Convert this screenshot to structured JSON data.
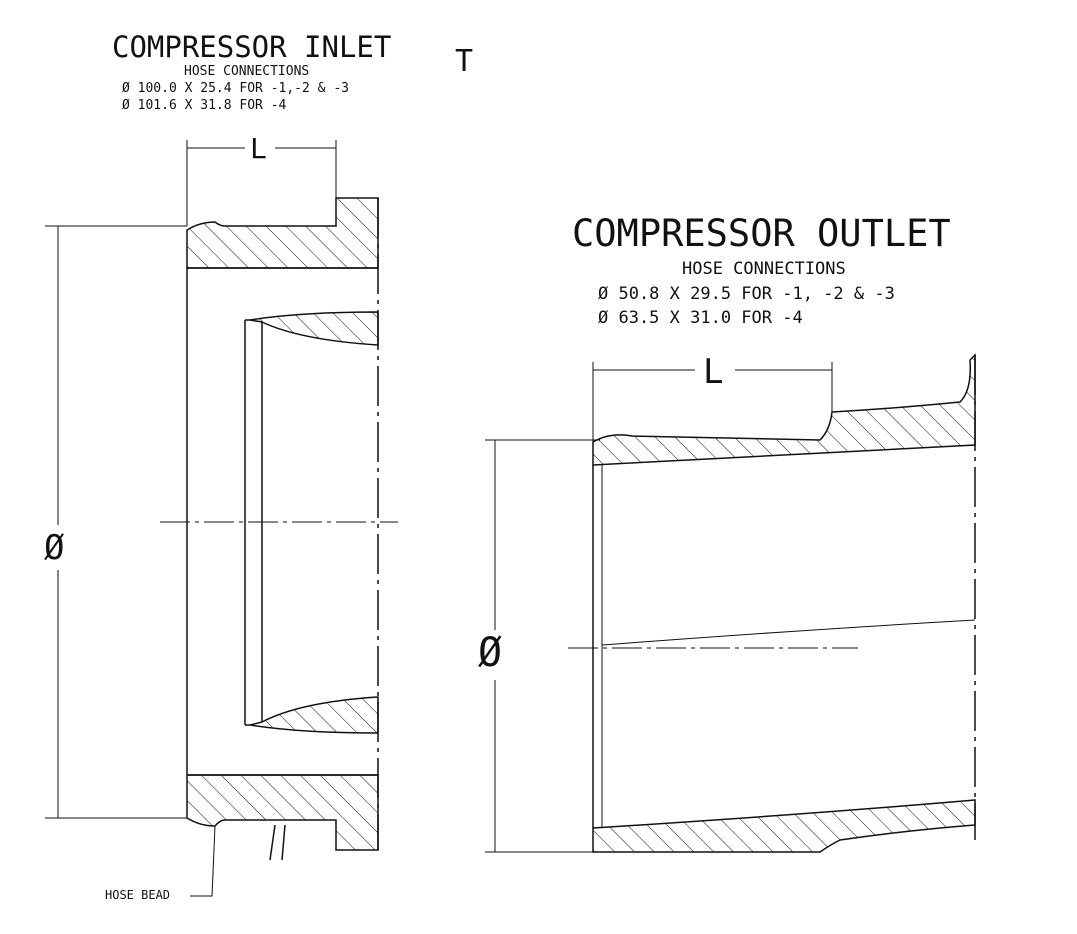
{
  "inlet": {
    "title": "COMPRESSOR INLET",
    "subtitle": "HOSE CONNECTIONS",
    "spec_lines": [
      "Ø 100.0 X 25.4 FOR -1,-2 & -3",
      "Ø 101.6 X 31.8 FOR -4"
    ],
    "length_label": "L",
    "diameter_label": "Ø",
    "callout": "HOSE BEAD"
  },
  "stray_mark": "T",
  "outlet": {
    "title": "COMPRESSOR OUTLET",
    "subtitle": "HOSE CONNECTIONS",
    "spec_lines": [
      "Ø 50.8 X 29.5 FOR -1, -2 & -3",
      "Ø 63.5 X 31.0 FOR -4"
    ],
    "length_label": "L",
    "diameter_label": "Ø"
  }
}
